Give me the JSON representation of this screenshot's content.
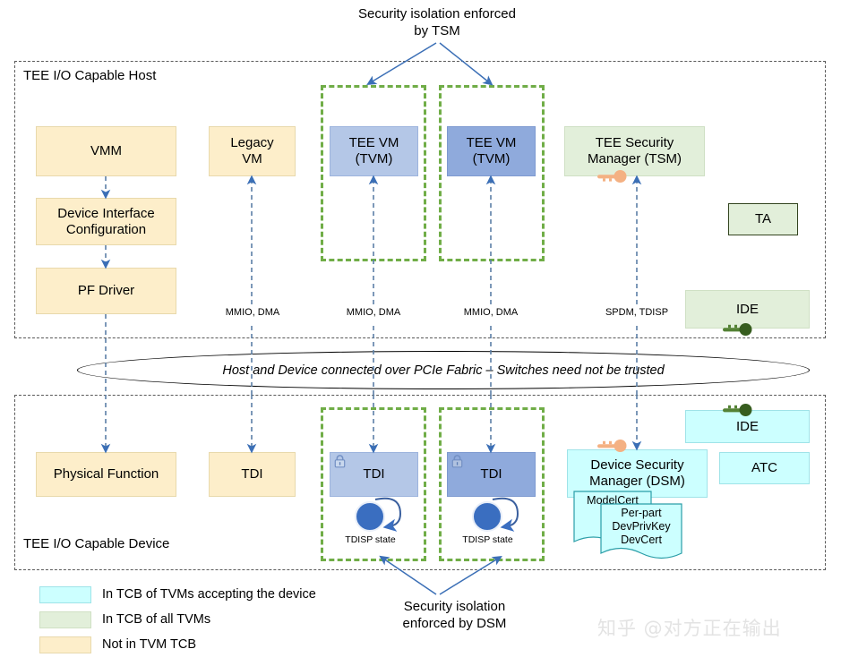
{
  "diagram": {
    "title_top_annotation": "Security isolation enforced\nby TSM",
    "title_top_line1": "Security isolation enforced",
    "title_top_line2": "by TSM",
    "bottom_annotation_line1": "Security isolation",
    "bottom_annotation_line2": "enforced by DSM",
    "fabric_label": "Host and Device connected over PCIe Fabric – Switches need not be trusted",
    "watermark": "知乎 @对方正在输出"
  },
  "regions": {
    "host": {
      "label": "TEE I/O Capable Host"
    },
    "device": {
      "label": "TEE I/O Capable Device"
    }
  },
  "host_blocks": {
    "vmm": "VMM",
    "device_interface_configuration": "Device Interface\nConfiguration",
    "dic_line1": "Device Interface",
    "dic_line2": "Configuration",
    "pf_driver": "PF Driver",
    "legacy_vm_line1": "Legacy",
    "legacy_vm_line2": "VM",
    "tee_vm_1_line1": "TEE VM",
    "tee_vm_1_line2": "(TVM)",
    "tee_vm_2_line1": "TEE VM",
    "tee_vm_2_line2": "(TVM)",
    "tsm_line1": "TEE Security",
    "tsm_line2": "Manager (TSM)",
    "ta": "TA",
    "ide": "IDE"
  },
  "device_blocks": {
    "physical_function": "Physical Function",
    "tdi_plain": "TDI",
    "tdi_1": "TDI",
    "tdi_2": "TDI",
    "tdisp_state_1": "TDISP state",
    "tdisp_state_2": "TDISP state",
    "dsm_line1": "Device Security",
    "dsm_line2": "Manager (DSM)",
    "model_cert": "ModelCert",
    "per_part_line1": "Per-part",
    "per_part_line2": "DevPrivKey",
    "per_part_line3": "DevCert",
    "ide": "IDE",
    "atc": "ATC"
  },
  "protocol_labels": {
    "legacy_vm": "MMIO, DMA",
    "tee_vm_1": "MMIO, DMA",
    "tee_vm_2": "MMIO, DMA",
    "tsm": "SPDM, TDISP"
  },
  "legend": {
    "items": [
      {
        "label": "In TCB of TVMs accepting the device",
        "color": "#ccffff",
        "border": "#9fe3e8"
      },
      {
        "label": "In TCB of all TVMs",
        "color": "#e2efda",
        "border": "#cfe0c4"
      },
      {
        "label": "Not in TVM TCB",
        "color": "#fdeeca",
        "border": "#e8d9ac"
      }
    ]
  },
  "icons": {
    "key_tsm": "key-icon",
    "key_ide_host": "key-icon",
    "key_ide_device": "key-icon",
    "key_dsm": "key-icon",
    "lock_tdi_1": "lock-icon",
    "lock_tdi_2": "lock-icon"
  },
  "colors": {
    "tan": "#fdeeca",
    "blue_light": "#b4c7e7",
    "blue_dark": "#8faadc",
    "green": "#e2efda",
    "cyan": "#ccffff",
    "iso_green": "#70ad47",
    "arrow_blue": "#3b6fb6",
    "key_orange": "#f4b183",
    "key_green": "#548235"
  }
}
